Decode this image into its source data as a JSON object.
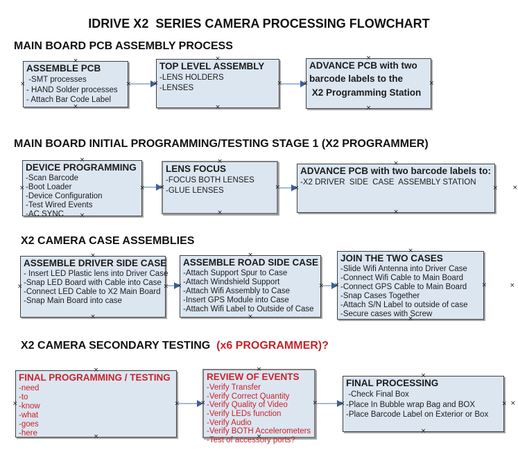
{
  "page_title": "IDRIVE X2  SERIES CAMERA PROCESSING FLOWCHART",
  "icons": {
    "anchor": "×"
  },
  "colors": {
    "box_fill": "#dce6f1",
    "box_border": "#3f3f3f",
    "box_border_thick": "#7f7f7f",
    "red_text": "#c8232a",
    "arrow_line": "#a6bad6",
    "arrow_head": "#3b5e9d",
    "text": "#1b1b1b"
  },
  "sections": [
    {
      "heading": "MAIN BOARD PCB ASSEMBLY PROCESS",
      "boxes": [
        {
          "title": "ASSEMBLE PCB",
          "items": [
            " -SMT processes",
            "- HAND Solder processes",
            "- Attach Bar Code Label"
          ]
        },
        {
          "title": "TOP LEVEL ASSEMBLY",
          "items": [
            "-LENS HOLDERS",
            "-LENSES"
          ]
        },
        {
          "title": "ADVANCE PCB with two",
          "items": [
            "barcode labels to the",
            " X2 Programming Station"
          ]
        }
      ]
    },
    {
      "heading": "MAIN BOARD INITIAL PROGRAMMING/TESTING STAGE 1 (X2 PROGRAMMER)",
      "boxes": [
        {
          "title": "DEVICE PROGRAMMING",
          "items": [
            "-Scan Barcode",
            "-Boot Loader",
            "-Device Configuration",
            "-Test Wired Events",
            "-AC SYNC"
          ]
        },
        {
          "title": "LENS FOCUS",
          "items": [
            "-FOCUS BOTH LENSES",
            "-GLUE LENSES"
          ]
        },
        {
          "title": "ADVANCE PCB with two barcode labels to:",
          "items": [
            "-X2 DRIVER  SIDE  CASE  ASSEMBLY STATION"
          ]
        }
      ]
    },
    {
      "heading": "X2 CAMERA CASE ASSEMBLIES",
      "boxes": [
        {
          "title": "ASSEMBLE DRIVER SIDE CASE",
          "items": [
            "- Insert LED Plastic lens into Driver Case",
            "-Snap LED Board with Cable into Case",
            "-Connect LED Cable to X2 Main Board",
            "-Snap Main Board into case"
          ]
        },
        {
          "title": "ASSEMBLE ROAD SIDE CASE",
          "items": [
            "-Attach Support Spur to Case",
            "-Attach Windshield Support",
            "-Attach Wifi Assembly to Case",
            "-Insert GPS Module into Case",
            "-Attach Wifi Label to Outside of Case"
          ]
        },
        {
          "title": "JOIN THE TWO CASES",
          "items": [
            "-Slide Wifi Antenna into Driver Case",
            "-Connect Wifi Cable to Main Board",
            "-Connect GPS Cable to Main Board",
            "-Snap Cases Together",
            "-Attach S/N Label to outside of case",
            "-Secure cases with Screw"
          ]
        }
      ]
    },
    {
      "heading": "X2 CAMERA SECONDARY TESTING  ",
      "heading_red": "(x6 PROGRAMMER)?",
      "boxes": [
        {
          "title": "FINAL PROGRAMMING / TESTING",
          "items": [
            "-need",
            "-to",
            "-know",
            "-what",
            "-goes",
            "-here"
          ]
        },
        {
          "title": "REVIEW OF EVENTS",
          "items": [
            "-Verify Transfer",
            "-Verify Correct Quantity",
            "-Verify Quality of Video",
            "-Verify LEDs function",
            "-Verify Audio",
            "-Verify BOTH Accelerometers",
            "-Test of accessory ports?"
          ]
        },
        {
          "title": "FINAL PROCESSING",
          "items": [
            " -Check Final Box",
            "-Place In Bubble wrap Bag and BOX",
            "-Place Barcode Label on Exterior or Box"
          ]
        }
      ]
    }
  ]
}
